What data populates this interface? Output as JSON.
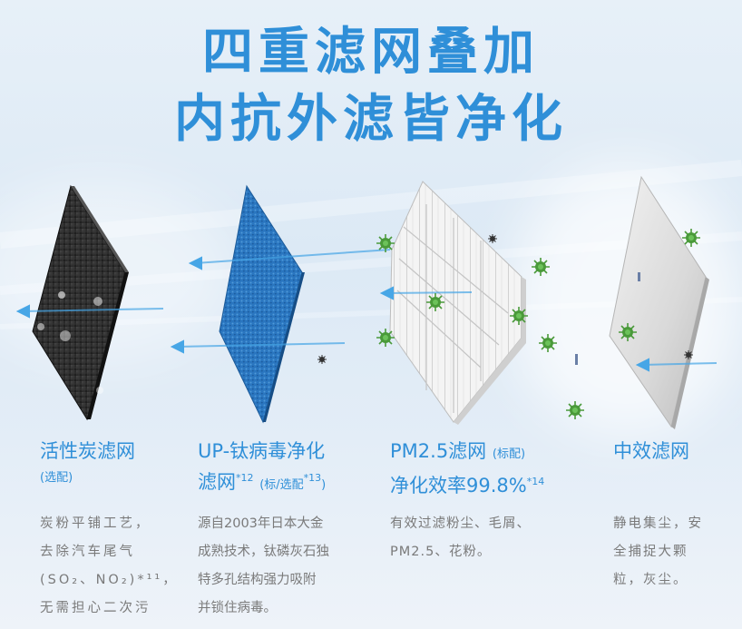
{
  "headline": {
    "line1": "四重滤网叠加",
    "line2": "内抗外滤皆净化"
  },
  "filters": [
    {
      "name": "活性炭滤网",
      "tag": "(选配)",
      "desc": [
        "炭粉平铺工艺，",
        "去除汽车尾气",
        "(SO₂、NO₂)*¹¹，",
        "无需担心二次污"
      ]
    },
    {
      "name": "UP-钛病毒净化",
      "name2": "滤网",
      "sup1": "*12",
      "tag": "(标/选配",
      "sup2": "*13",
      "tag_end": ")",
      "desc": [
        "源自2003年日本大金",
        "成熟技术，钛磷灰石独",
        "特多孔结构强力吸附",
        "并锁住病毒。"
      ]
    },
    {
      "name": "PM2.5滤网",
      "tag": "(标配)",
      "name2": "净化效率99.8%",
      "sup1": "*14",
      "desc": [
        "有效过滤粉尘、毛屑、",
        "PM2.5、花粉。"
      ]
    },
    {
      "name": "中效滤网",
      "desc": [
        "静电集尘，安",
        "全捕捉大颗",
        "粒，灰尘。"
      ]
    }
  ],
  "colors": {
    "accent": "#2f8fd8",
    "text_gray": "#7a7a7a",
    "carbon": "#2e2e2e",
    "blue_filter": "#2f7fc4",
    "virus": "#4a9a3a"
  }
}
